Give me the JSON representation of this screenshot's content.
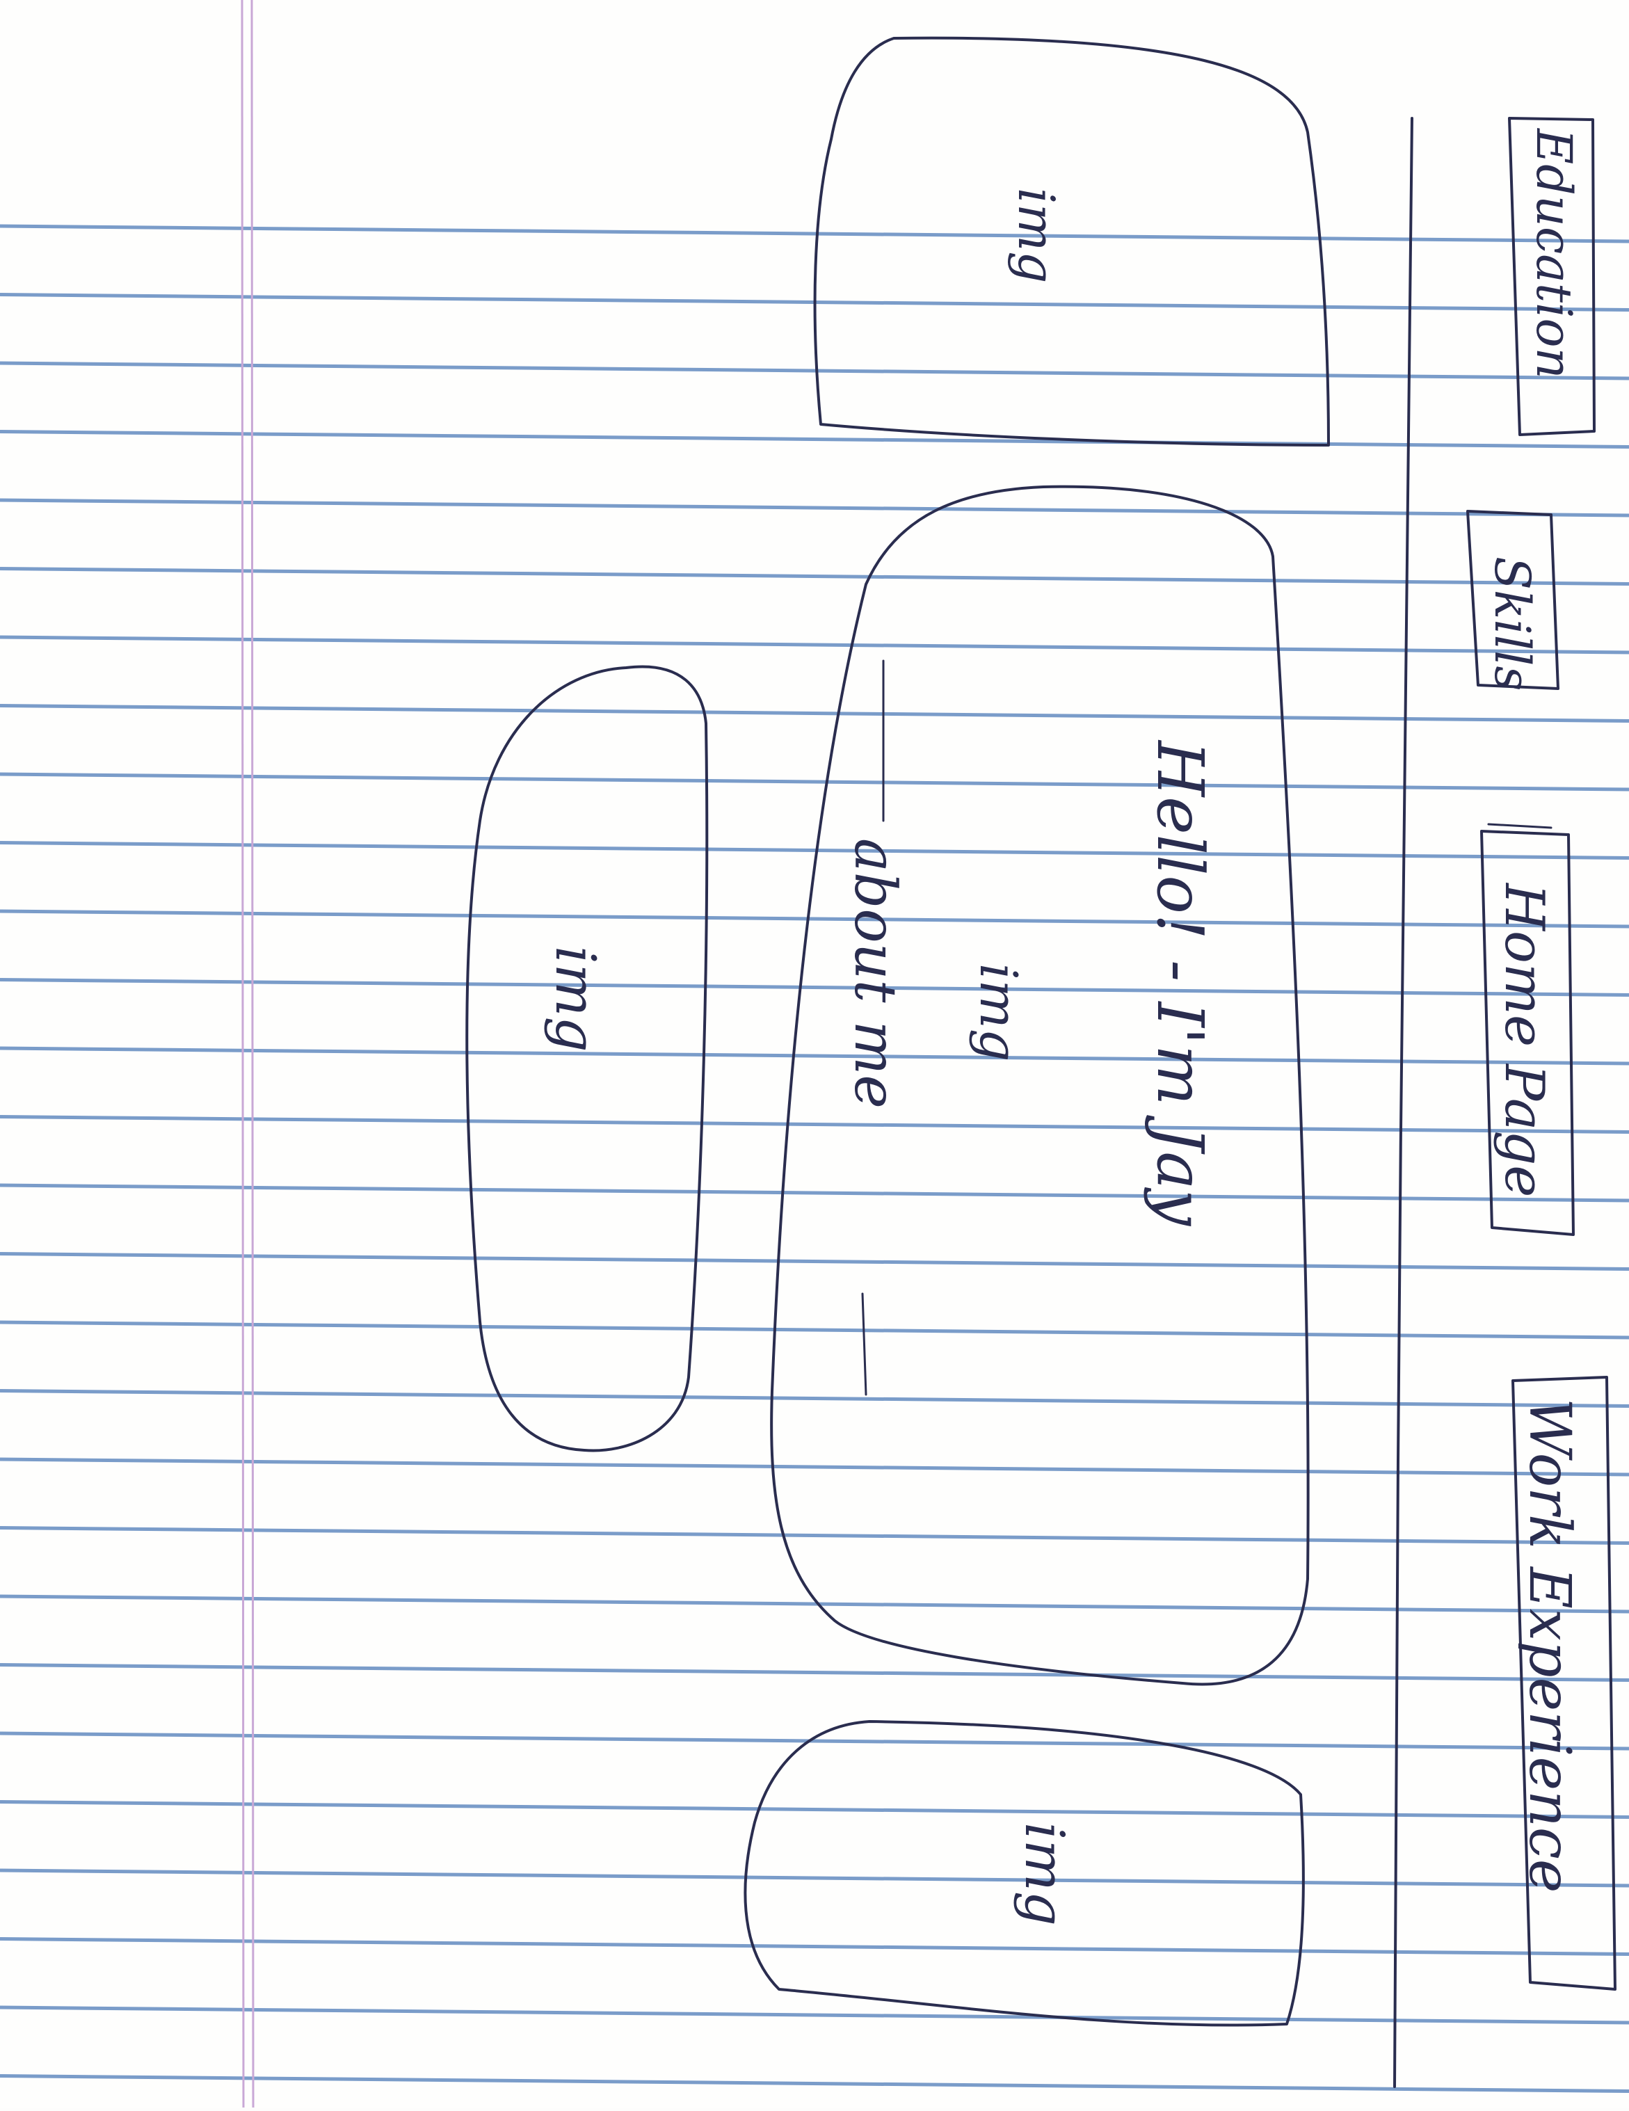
{
  "sketch": {
    "orientation": "rotated-90-clockwise",
    "nav": {
      "items": [
        {
          "id": "education",
          "label": "Education"
        },
        {
          "id": "skills",
          "label": "Skills"
        },
        {
          "id": "home",
          "label": "Home Page"
        },
        {
          "id": "work",
          "label": "Work Experience"
        }
      ]
    },
    "images": {
      "top_left_label": "img",
      "small_center_label": "img",
      "bottom_right_label": "img",
      "hero_inner_label": "img"
    },
    "hero": {
      "greeting": "Hello! - I'm Jay",
      "about": "about me"
    }
  },
  "colors": {
    "ink": "#2a2d4f",
    "ruled_line": "#7a9cc9",
    "margin_line": "#c9a8d6",
    "paper": "#fefefd"
  }
}
